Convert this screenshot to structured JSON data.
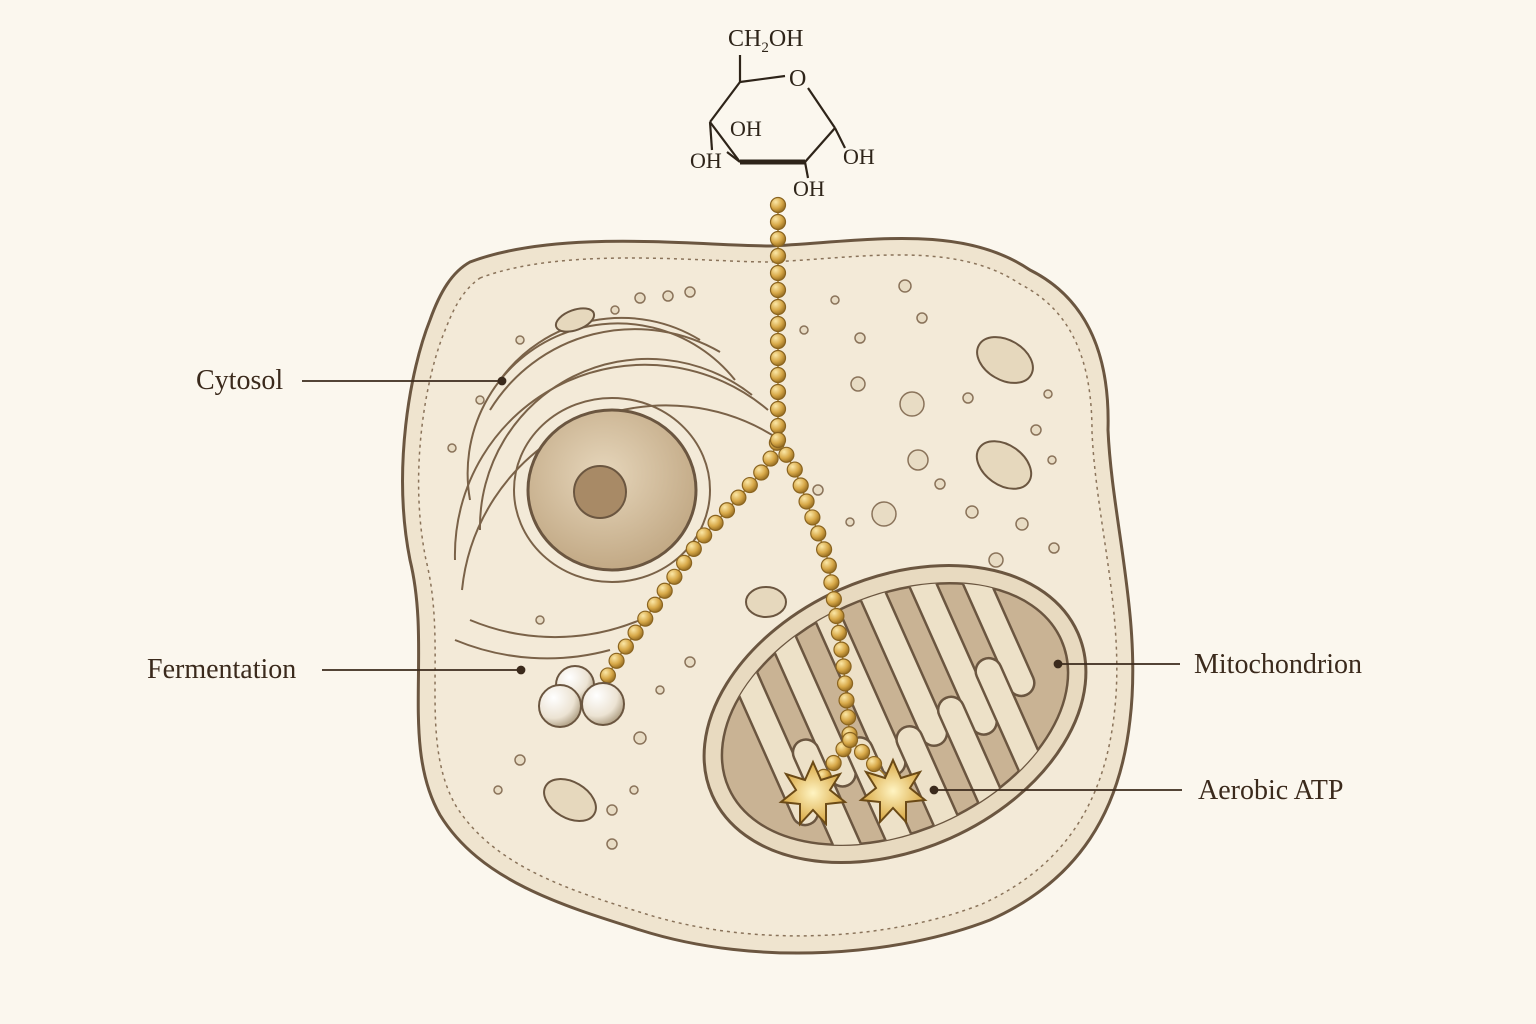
{
  "labels": {
    "cytosol": "Cytosol",
    "fermentation": "Fermentation",
    "mitochondrion": "Mitochondrion",
    "aerobic_atp": "Aerobic ATP"
  },
  "glucose": {
    "ch2oh": "CH",
    "ch2oh_sub": "2",
    "ch2oh_tail": "OH",
    "ring_o": "O",
    "oh_inner": "OH",
    "oh_left": "OH",
    "oh_right": "OH",
    "oh_bottom": "OH"
  },
  "colors": {
    "background": "#fbf7ee",
    "ink": "#6b5640",
    "cell_fill": "#efe4cf",
    "bead": "#d8a949",
    "star": "#e6b84a"
  }
}
